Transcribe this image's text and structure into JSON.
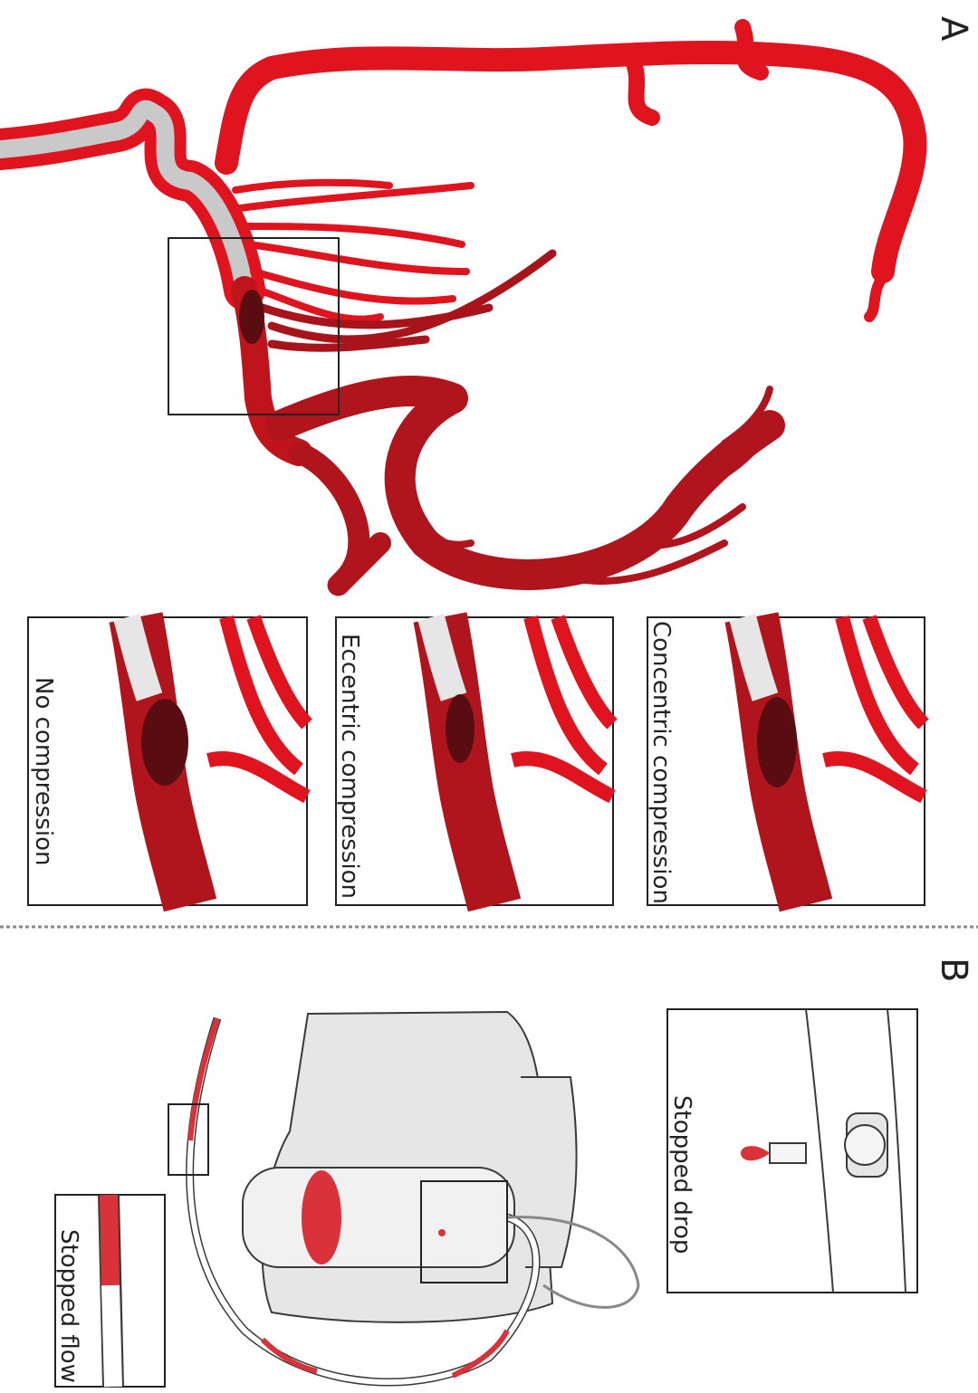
{
  "panels": {
    "a_label": "A",
    "b_label": "B"
  },
  "insets": {
    "concentric": "Concentric compression",
    "eccentric": "Eccentric compression",
    "none": "No compression",
    "stopped_drop": "Stopped drop",
    "stopped_flow": "Stopped flow"
  },
  "colors": {
    "artery": "#e0141f",
    "artery_dark": "#b0141c",
    "clot": "#5a0d10",
    "catheter": "#c9c9c9",
    "pump": "#e6e6e6",
    "outline": "#3a3a3a"
  }
}
